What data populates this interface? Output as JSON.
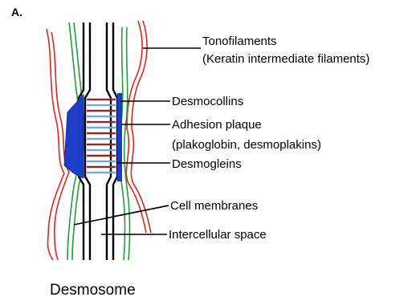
{
  "panel_letter": "A.",
  "caption": "Desmosome",
  "labels": {
    "tonofilaments": "Tonofilaments",
    "keratin": "(Keratin intermediate filaments)",
    "desmocollins": "Desmocollins",
    "adhesion_plaque": "Adhesion plaque",
    "plaque_components": "(plakoglobin, desmoplakins)",
    "desmogleins": "Desmogleins",
    "cell_membranes": "Cell membranes",
    "intercellular_space": "Intercellular space"
  },
  "colors": {
    "filament_red": "#e2231a",
    "filament_green": "#1f9e3a",
    "membrane": "#000000",
    "plaque_blue": "#1e3ec8",
    "desmocollin_stripe": "#8b2a2a",
    "desmoglein_stripe": "#7aa6de",
    "pointer_line": "#000000"
  }
}
